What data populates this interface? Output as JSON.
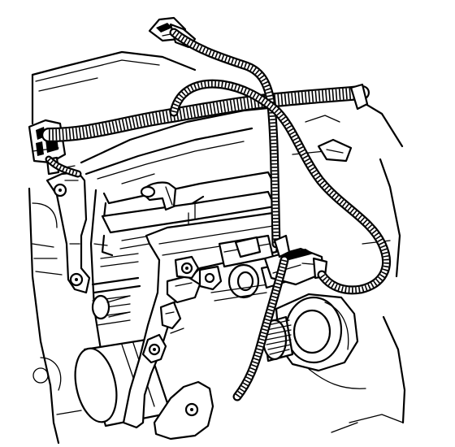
{
  "diagram": {
    "colors": {
      "ink": "#000000",
      "paper": "#ffffff"
    },
    "parts": [
      "engine-block",
      "intake-manifold",
      "main-wiring-harness",
      "branch-harness",
      "side-connector",
      "top-connector",
      "actuator-bracket",
      "sensor-housing",
      "sensor-connector",
      "output-shaft-housing",
      "motor-cylinder",
      "vacuum-fitting"
    ]
  }
}
